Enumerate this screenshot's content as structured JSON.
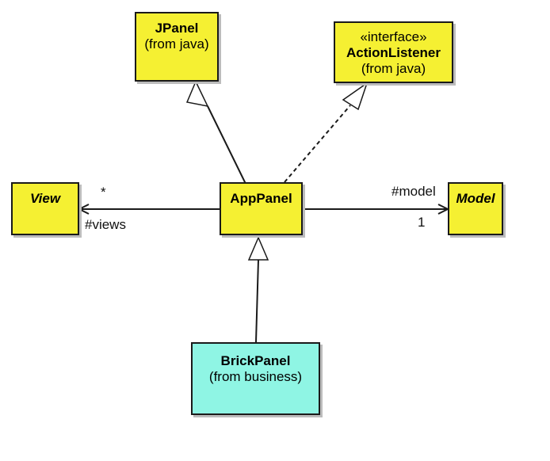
{
  "classes": {
    "jpanel": {
      "name": "JPanel",
      "origin": "(from java)"
    },
    "action_listener": {
      "stereotype": "«interface»",
      "name": "ActionListener",
      "origin": "(from java)"
    },
    "view": {
      "name": "View"
    },
    "app_panel": {
      "name": "AppPanel"
    },
    "model": {
      "name": "Model"
    },
    "brick_panel": {
      "name": "BrickPanel",
      "origin": "(from business)"
    }
  },
  "associations": {
    "views": {
      "role": "#views",
      "multiplicity": "*"
    },
    "model": {
      "role": "#model",
      "multiplicity": "1"
    }
  },
  "colors": {
    "class_fill": "#f5f032",
    "subclass_fill": "#8ff5e4",
    "line": "#1a1a1a"
  }
}
